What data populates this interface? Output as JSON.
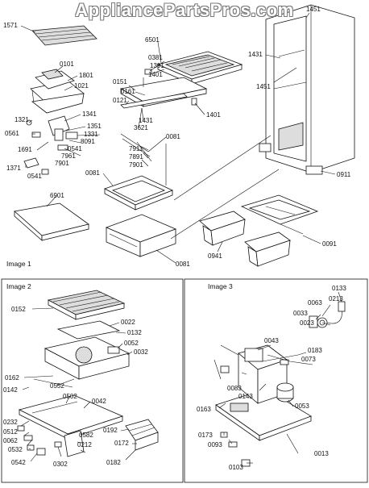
{
  "watermark": "AppliancePartsPros.com",
  "sections": {
    "image1": "Image 1",
    "image2": "Image 2",
    "image3": "Image 3"
  },
  "labels": [
    {
      "id": "l1571",
      "text": "1571"
    },
    {
      "id": "l0101",
      "text": "0101"
    },
    {
      "id": "l1801",
      "text": "1801"
    },
    {
      "id": "l1021",
      "text": "1021"
    },
    {
      "id": "l1321",
      "text": "1321"
    },
    {
      "id": "l0561",
      "text": "0561"
    },
    {
      "id": "l1691",
      "text": "1691"
    },
    {
      "id": "l1371",
      "text": "1371"
    },
    {
      "id": "l0541a",
      "text": "0541"
    },
    {
      "id": "l1341",
      "text": "1341"
    },
    {
      "id": "l1351",
      "text": "1351"
    },
    {
      "id": "l1331",
      "text": "1331"
    },
    {
      "id": "l8091",
      "text": "8091"
    },
    {
      "id": "l0541b",
      "text": "0541"
    },
    {
      "id": "l7961",
      "text": "7961"
    },
    {
      "id": "l7901a",
      "text": "7901"
    },
    {
      "id": "l6501",
      "text": "6501"
    },
    {
      "id": "l0381",
      "text": "0381"
    },
    {
      "id": "l1391",
      "text": "1391"
    },
    {
      "id": "l1401a",
      "text": "1401"
    },
    {
      "id": "l0151",
      "text": "0151"
    },
    {
      "id": "l0161",
      "text": "0161"
    },
    {
      "id": "l0121",
      "text": "0121"
    },
    {
      "id": "l1431a",
      "text": "1431"
    },
    {
      "id": "l3621",
      "text": "3621"
    },
    {
      "id": "l1401b",
      "text": "1401"
    },
    {
      "id": "l0081a",
      "text": "0081"
    },
    {
      "id": "l7911",
      "text": "7911"
    },
    {
      "id": "l7891",
      "text": "7891"
    },
    {
      "id": "l7901b",
      "text": "7901"
    },
    {
      "id": "l0081b",
      "text": "0081"
    },
    {
      "id": "l6901",
      "text": "6901"
    },
    {
      "id": "l0081c",
      "text": "0081"
    },
    {
      "id": "l1451a",
      "text": "1451"
    },
    {
      "id": "l1431b",
      "text": "1431"
    },
    {
      "id": "l1451b",
      "text": "1451"
    },
    {
      "id": "l0911",
      "text": "0911"
    },
    {
      "id": "l0091",
      "text": "0091"
    },
    {
      "id": "l0941",
      "text": "0941"
    },
    {
      "id": "l0152",
      "text": "0152"
    },
    {
      "id": "l0022",
      "text": "0022"
    },
    {
      "id": "l0132",
      "text": "0132"
    },
    {
      "id": "l0052",
      "text": "0052"
    },
    {
      "id": "l0032",
      "text": "0032"
    },
    {
      "id": "l0162",
      "text": "0162"
    },
    {
      "id": "l0552",
      "text": "0552"
    },
    {
      "id": "l0142",
      "text": "0142"
    },
    {
      "id": "l0502",
      "text": "0502"
    },
    {
      "id": "l0042",
      "text": "0042"
    },
    {
      "id": "l0232",
      "text": "0232"
    },
    {
      "id": "l0512",
      "text": "0512"
    },
    {
      "id": "l0062",
      "text": "0062"
    },
    {
      "id": "l0532",
      "text": "0532"
    },
    {
      "id": "l0542",
      "text": "0542"
    },
    {
      "id": "l0302",
      "text": "0302"
    },
    {
      "id": "l0582",
      "text": "0582"
    },
    {
      "id": "l0212",
      "text": "0212"
    },
    {
      "id": "l0192",
      "text": "0192"
    },
    {
      "id": "l0172",
      "text": "0172"
    },
    {
      "id": "l0182",
      "text": "0182"
    },
    {
      "id": "l0133",
      "text": "0133"
    },
    {
      "id": "l0213",
      "text": "0213"
    },
    {
      "id": "l0063",
      "text": "0063"
    },
    {
      "id": "l0033",
      "text": "0033"
    },
    {
      "id": "l0023",
      "text": "0023"
    },
    {
      "id": "l0043",
      "text": "0043"
    },
    {
      "id": "l0183",
      "text": "0183"
    },
    {
      "id": "l0073",
      "text": "0073"
    },
    {
      "id": "l0083",
      "text": "0083"
    },
    {
      "id": "l0143",
      "text": "0143"
    },
    {
      "id": "l0163",
      "text": "0163"
    },
    {
      "id": "l0053",
      "text": "0053"
    },
    {
      "id": "l0173",
      "text": "0173"
    },
    {
      "id": "l0093",
      "text": "0093"
    },
    {
      "id": "l0013",
      "text": "0013"
    },
    {
      "id": "l0103",
      "text": "0103"
    }
  ]
}
